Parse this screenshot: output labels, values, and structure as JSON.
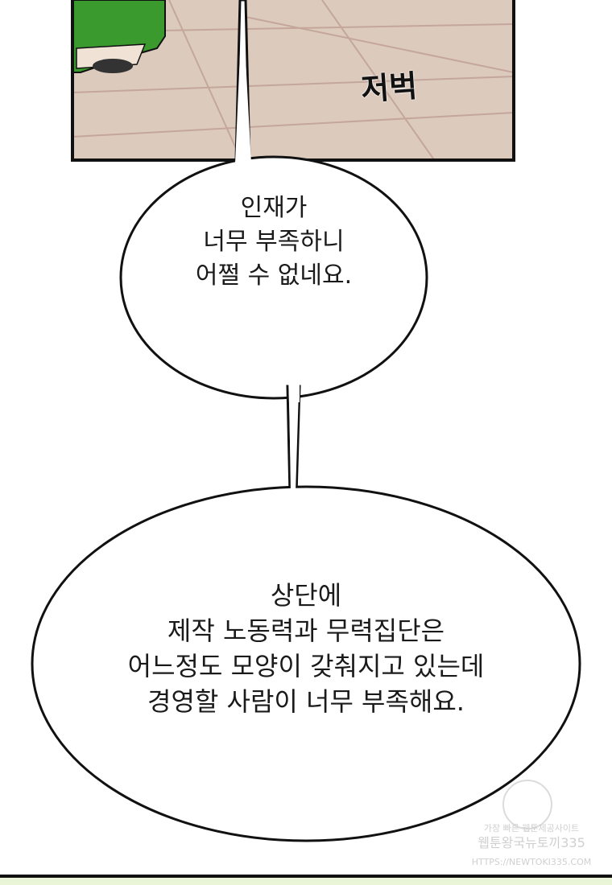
{
  "panel": {
    "sfx": "저벅"
  },
  "bubble1": {
    "lines": [
      "인재가",
      "너무 부족하니",
      "어쩔 수 없네요."
    ]
  },
  "bubble2": {
    "lines": [
      "상단에",
      "제작 노동력과 무력집단은",
      "어느정도 모양이 갖춰지고 있는데",
      "경영할 사람이 너무 부족해요."
    ]
  },
  "watermark": {
    "lines": [
      "가장 빠른 웹툰제공사이트",
      "웹툰왕국뉴토끼335",
      "HTTPS://NEWTOKI335.COM"
    ]
  },
  "colors": {
    "floor": "#d9c6b8",
    "robe": "#3a9a2e",
    "next_panel": "#eaf5d8"
  }
}
